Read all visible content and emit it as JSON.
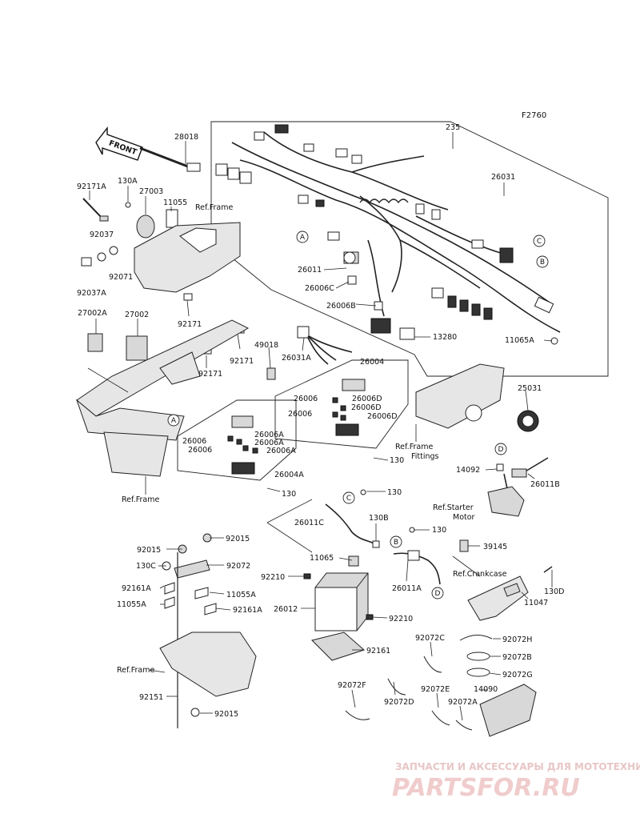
{
  "diagram_code": "F2760",
  "front_label": "FRONT",
  "refs": {
    "frame1": "Ref.Frame",
    "frame2": "Ref.Frame",
    "frame3": "Ref.Frame",
    "frame_fittings_1": "Ref.Frame",
    "frame_fittings_2": "Fittings",
    "starter_1": "Ref.Starter",
    "starter_2": "Motor",
    "crankcase": "Ref.Crankcase"
  },
  "callouts": {
    "a1": "A",
    "a2": "A",
    "b1": "B",
    "b2": "B",
    "c1": "C",
    "c2": "C",
    "d1": "D",
    "d2": "D"
  },
  "parts": [
    {
      "id": "p28018",
      "label": "28018"
    },
    {
      "id": "p235",
      "label": "235"
    },
    {
      "id": "p26031",
      "label": "26031"
    },
    {
      "id": "p92171A",
      "label": "92171A"
    },
    {
      "id": "p130A",
      "label": "130A"
    },
    {
      "id": "p27003",
      "label": "27003"
    },
    {
      "id": "p11055",
      "label": "11055"
    },
    {
      "id": "p92037",
      "label": "92037"
    },
    {
      "id": "p92071",
      "label": "92071"
    },
    {
      "id": "p92037A",
      "label": "92037A"
    },
    {
      "id": "p26011",
      "label": "26011"
    },
    {
      "id": "p26006C",
      "label": "26006C"
    },
    {
      "id": "p26006B",
      "label": "26006B"
    },
    {
      "id": "p13280",
      "label": "13280"
    },
    {
      "id": "p11065A",
      "label": "11065A"
    },
    {
      "id": "p27002A",
      "label": "27002A"
    },
    {
      "id": "p27002",
      "label": "27002"
    },
    {
      "id": "p92171a",
      "label": "92171"
    },
    {
      "id": "p49018",
      "label": "49018"
    },
    {
      "id": "p26031A",
      "label": "26031A"
    },
    {
      "id": "p92171b",
      "label": "92171"
    },
    {
      "id": "p92171c",
      "label": "92171"
    },
    {
      "id": "p26004",
      "label": "26004"
    },
    {
      "id": "p26006a",
      "label": "26006"
    },
    {
      "id": "p26006D1",
      "label": "26006D"
    },
    {
      "id": "p26006b",
      "label": "26006"
    },
    {
      "id": "p26006D2",
      "label": "26006D"
    },
    {
      "id": "p26006D3",
      "label": "26006D"
    },
    {
      "id": "p25031",
      "label": "25031"
    },
    {
      "id": "p26006c",
      "label": "26006"
    },
    {
      "id": "p26006A1",
      "label": "26006A"
    },
    {
      "id": "p26006A2",
      "label": "26006A"
    },
    {
      "id": "p26006d",
      "label": "26006"
    },
    {
      "id": "p26006A3",
      "label": "26006A"
    },
    {
      "id": "p26004A",
      "label": "26004A"
    },
    {
      "id": "p130a",
      "label": "130"
    },
    {
      "id": "p130b",
      "label": "130"
    },
    {
      "id": "p14092",
      "label": "14092"
    },
    {
      "id": "p26011B",
      "label": "26011B"
    },
    {
      "id": "p130c",
      "label": "130"
    },
    {
      "id": "p26011C",
      "label": "26011C"
    },
    {
      "id": "p130B",
      "label": "130B"
    },
    {
      "id": "p130d",
      "label": "130"
    },
    {
      "id": "p92015a",
      "label": "92015"
    },
    {
      "id": "p92015b",
      "label": "92015"
    },
    {
      "id": "p11065",
      "label": "11065"
    },
    {
      "id": "p39145",
      "label": "39145"
    },
    {
      "id": "p130C",
      "label": "130C"
    },
    {
      "id": "p92072",
      "label": "92072"
    },
    {
      "id": "p26011A",
      "label": "26011A"
    },
    {
      "id": "p92210a",
      "label": "92210"
    },
    {
      "id": "p92161A1",
      "label": "92161A"
    },
    {
      "id": "p11055A1",
      "label": "11055A"
    },
    {
      "id": "p11047",
      "label": "11047"
    },
    {
      "id": "p130D",
      "label": "130D"
    },
    {
      "id": "p11055A2",
      "label": "11055A"
    },
    {
      "id": "p92161A2",
      "label": "92161A"
    },
    {
      "id": "p26012",
      "label": "26012"
    },
    {
      "id": "p92210b",
      "label": "92210"
    },
    {
      "id": "p92072C",
      "label": "92072C"
    },
    {
      "id": "p92072H",
      "label": "92072H"
    },
    {
      "id": "p92072B",
      "label": "92072B"
    },
    {
      "id": "p92161",
      "label": "92161"
    },
    {
      "id": "p92072G",
      "label": "92072G"
    },
    {
      "id": "p92072F",
      "label": "92072F"
    },
    {
      "id": "p92072E",
      "label": "92072E"
    },
    {
      "id": "p14090",
      "label": "14090"
    },
    {
      "id": "p92072D",
      "label": "92072D"
    },
    {
      "id": "p92072A",
      "label": "92072A"
    },
    {
      "id": "p92151",
      "label": "92151"
    },
    {
      "id": "p92015c",
      "label": "92015"
    }
  ],
  "watermark": {
    "tagline": "ЗАПЧАСТИ И АКСЕССУАРЫ ДЛЯ МОТОТЕХНИКИ",
    "brand": "PARTSFOR.RU"
  }
}
